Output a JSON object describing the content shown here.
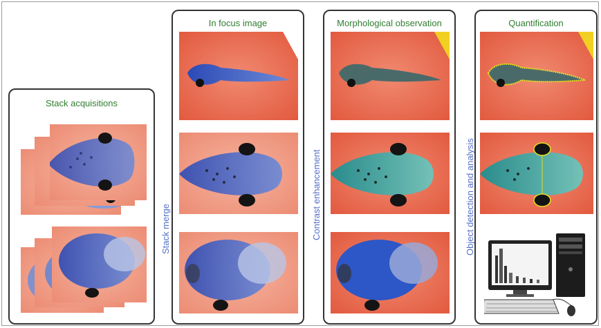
{
  "panels": [
    {
      "title": "Stack acquisitions"
    },
    {
      "title": "In focus image"
    },
    {
      "title": "Morphological observation"
    },
    {
      "title": "Quantification"
    }
  ],
  "arrows": {
    "stack_merge": "Stack merge",
    "contrast": "Contrast enhancement",
    "detection": "Object detection and analysis"
  },
  "colors": {
    "title_green": "#2f7d2f",
    "label_blue": "#5570c7",
    "background_orange": "#e8654a",
    "fish_blue": "#3b5fc0",
    "contrast_teal": "#3a9a9a",
    "outline_yellow": "#e8e020"
  },
  "icons": [
    "computer-icon",
    "keyboard-icon",
    "mouse-icon"
  ]
}
